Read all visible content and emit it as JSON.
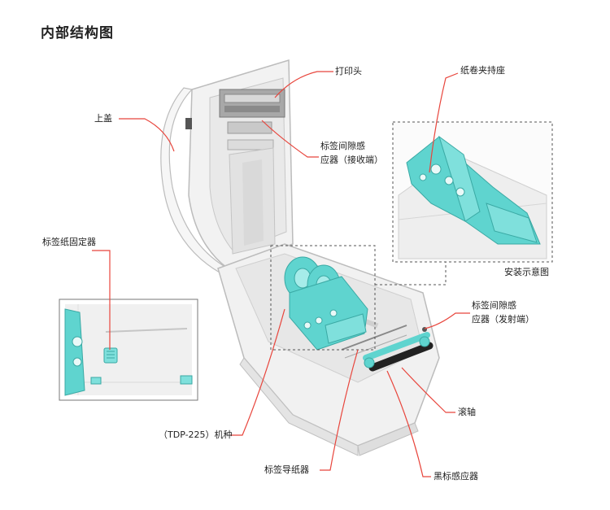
{
  "title": "内部结构图",
  "labels": {
    "print_head": "打印头",
    "paper_roll_holder": "纸卷夹持座",
    "top_cover": "上盖",
    "gap_sensor_receiver_1": "标签间隙感",
    "gap_sensor_receiver_2": "应器（接收端）",
    "install_diagram": "安装示意图",
    "label_paper_fixer": "标签纸固定器",
    "gap_sensor_emitter_1": "标签间隙感",
    "gap_sensor_emitter_2": "应器（发射端）",
    "roller": "滚轴",
    "model_name": "（TDP-225）机种",
    "label_guide": "标签导纸器",
    "black_mark_sensor": "黑标感应器"
  },
  "colors": {
    "leader_line": "#e8453c",
    "teal_part": "#5fd4cf",
    "body_gray": "#eeeeee",
    "outline": "#b8b8b8",
    "dashed_box": "#555555"
  }
}
